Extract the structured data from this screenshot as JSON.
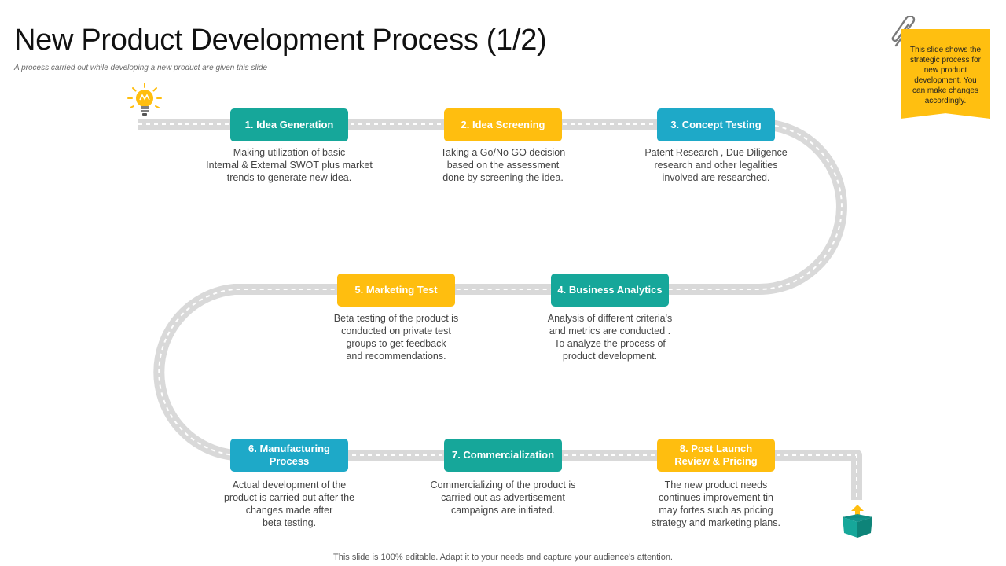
{
  "header": {
    "title": "New Product Development Process (1/2)",
    "subtitle": "A process carried out while developing a new product are given this slide"
  },
  "colors": {
    "teal": "#16a79a",
    "yellow": "#ffbe0f",
    "blue": "#1ea9c8",
    "road": "#d9d9d9",
    "note": "#ffbf10"
  },
  "steps": [
    {
      "label": "1. Idea Generation",
      "color": "teal",
      "description": "Making utilization of basic\nInternal & External SWOT plus market\ntrends to generate  new idea."
    },
    {
      "label": "2. Idea Screening",
      "color": "yellow",
      "description": "Taking a Go/No GO decision\nbased on the assessment\ndone by screening the idea."
    },
    {
      "label": "3. Concept Testing",
      "color": "blue",
      "description": "Patent Research  , Due Diligence\nresearch and other legalities\ninvolved are researched."
    },
    {
      "label": "4. Business Analytics",
      "color": "teal",
      "description": "Analysis of different criteria's\nand metrics are conducted .\n To analyze the process of\nproduct development."
    },
    {
      "label": "5. Marketing Test",
      "color": "yellow",
      "description": "Beta testing of the product is\nconducted on private test\ngroups to get feedback\nand recommendations."
    },
    {
      "label": "6. Manufacturing\nProcess",
      "color": "blue",
      "description": "Actual development of the\nproduct is carried out after the\nchanges made after\nbeta testing."
    },
    {
      "label": "7. Commercialization",
      "color": "teal",
      "description": "Commercializing of the product is\ncarried out as advertisement\ncampaigns are initiated."
    },
    {
      "label": "8. Post Launch\nReview & Pricing",
      "color": "yellow",
      "description": "The new product needs\ncontinues improvement tin\nmay fortes such as pricing\nstrategy and marketing plans."
    }
  ],
  "note": {
    "text": "This slide shows the strategic process for new product development. You can make changes accordingly."
  },
  "icons": {
    "start": "lightbulb-icon",
    "end": "treasure-box-icon",
    "note": "paperclip-icon"
  },
  "footer": {
    "text": "This slide is 100% editable. Adapt it to your needs and capture your audience's attention."
  }
}
